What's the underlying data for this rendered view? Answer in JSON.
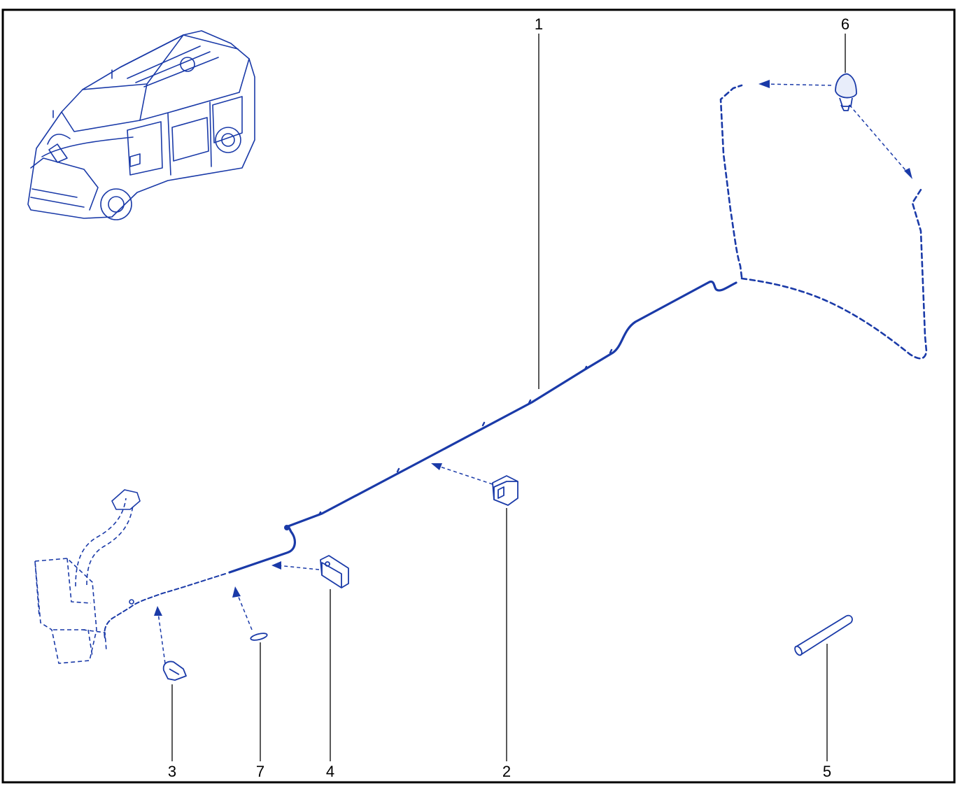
{
  "diagram": {
    "colors": {
      "part": "#1a3aa8",
      "frame": "#000000",
      "leader": "#000000"
    },
    "callouts": [
      {
        "id": "c1",
        "label": "1"
      },
      {
        "id": "c2",
        "label": "2"
      },
      {
        "id": "c3",
        "label": "3"
      },
      {
        "id": "c4",
        "label": "4"
      },
      {
        "id": "c5",
        "label": "5"
      },
      {
        "id": "c6",
        "label": "6"
      },
      {
        "id": "c7",
        "label": "7"
      }
    ]
  }
}
